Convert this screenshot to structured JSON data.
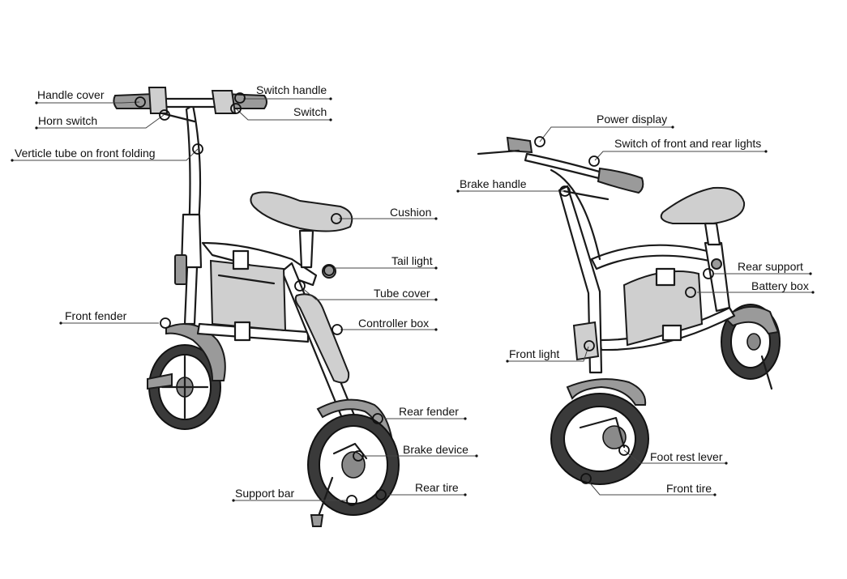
{
  "callouts": {
    "handle_cover": "Handle cover",
    "horn_switch": "Horn switch",
    "verticle_tube": "Verticle tube on front folding",
    "switch_handle": "Switch handle",
    "switch": "Switch",
    "cushion": "Cushion",
    "tail_light": "Tail light",
    "tube_cover": "Tube cover",
    "controller_box": "Controller box",
    "front_fender": "Front fender",
    "rear_fender": "Rear fender",
    "brake_device": "Brake device",
    "rear_tire": "Rear tire",
    "support_bar": "Support bar",
    "power_display": "Power display",
    "switch_lights": "Switch of front and rear lights",
    "brake_handle": "Brake  handle",
    "rear_support": "Rear support",
    "battery_box": "Battery box",
    "front_light": "Front  light",
    "foot_rest_lever": "Foot rest lever",
    "front_tire": "Front tire"
  }
}
